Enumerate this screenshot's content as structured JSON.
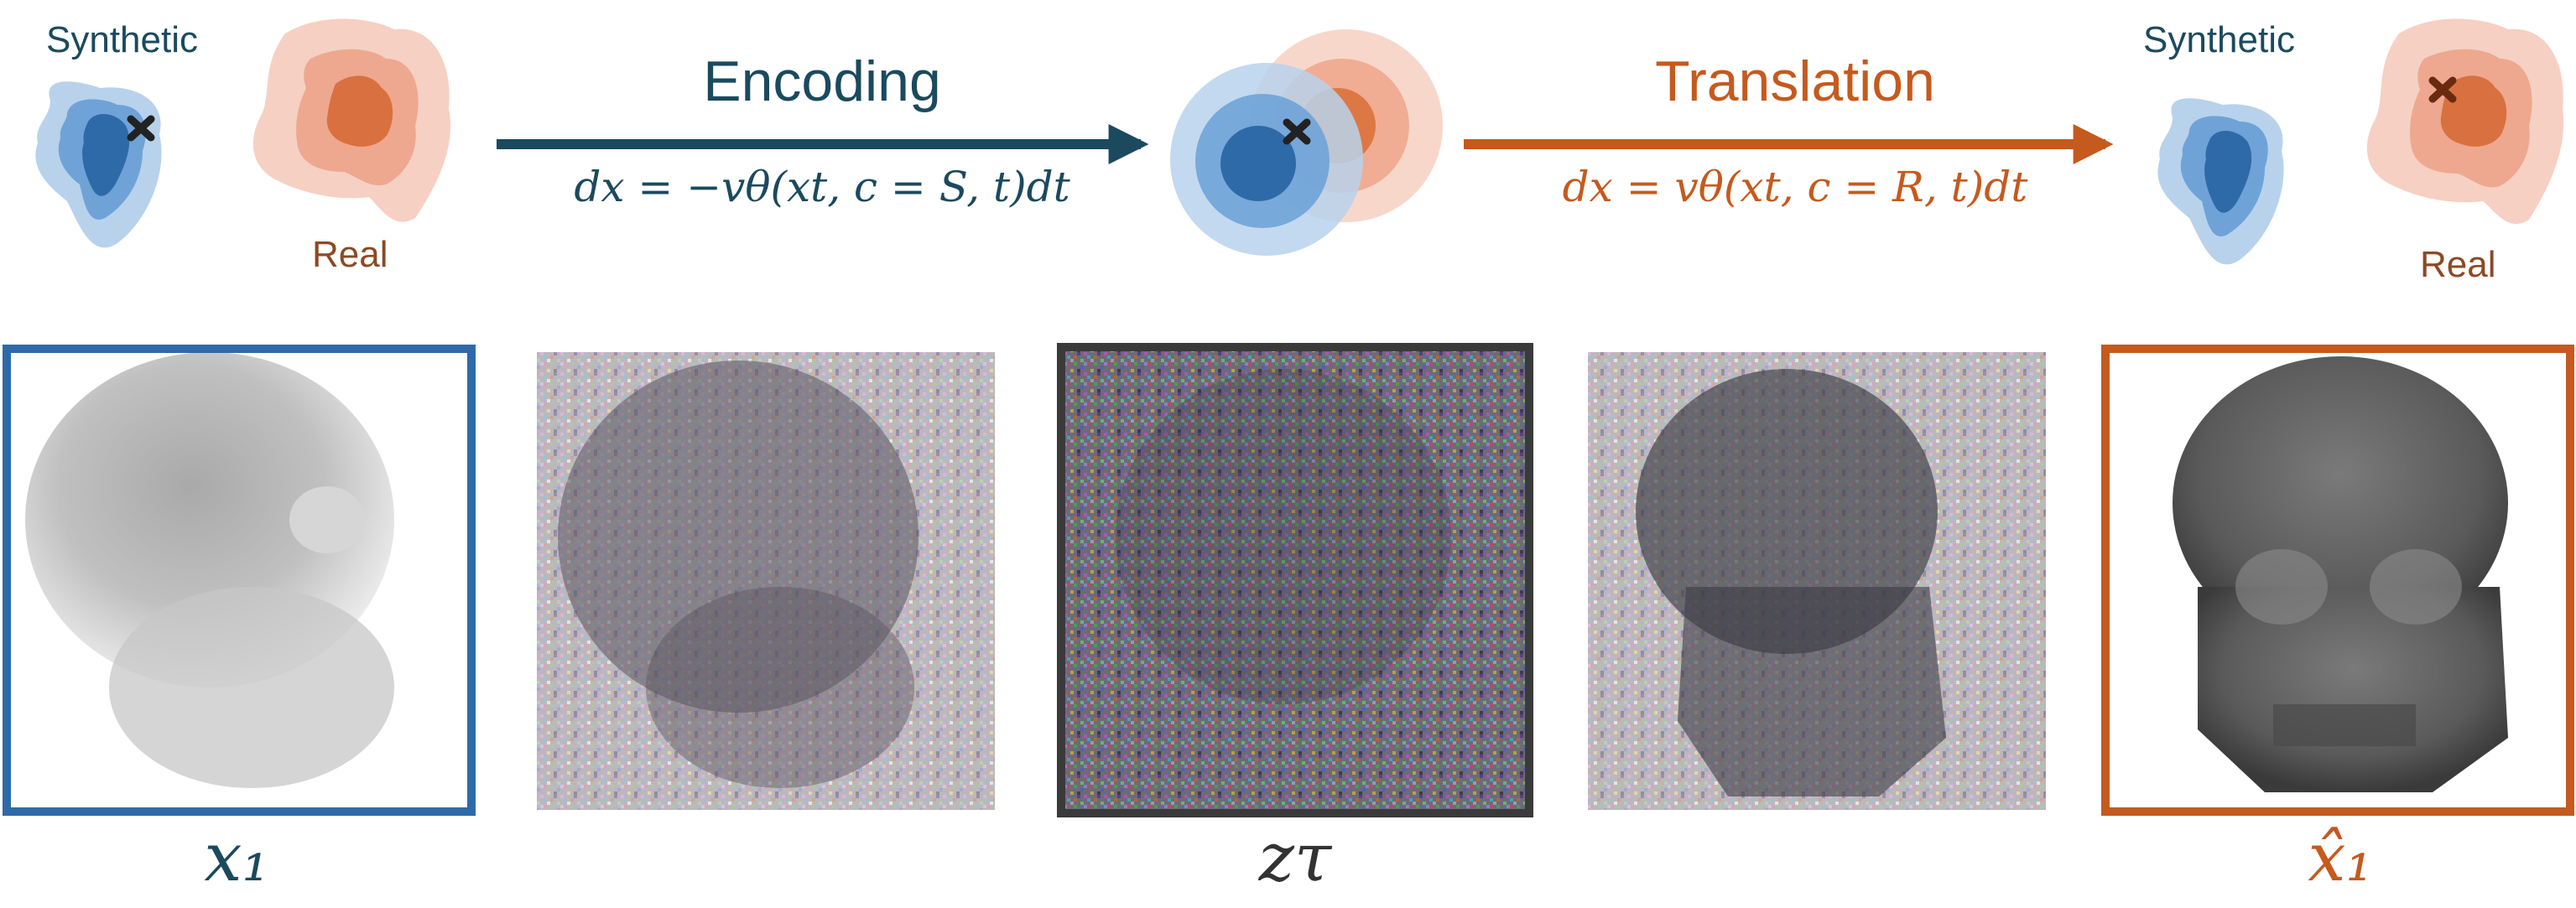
{
  "colors": {
    "synthetic_blue": "#2e6aa8",
    "encoding_navy": "#1b4a5e",
    "translation_orange": "#c55a1e",
    "real_brown": "#8b4a24",
    "noise_frame": "#3a3a3a"
  },
  "stages": {
    "left_distributions": {
      "synthetic_label": "Synthetic",
      "real_label": "Real",
      "marker_icon": "cross-icon"
    },
    "encoding": {
      "title": "Encoding",
      "equation": "dx = −vθ(xt, c = S, t)dt"
    },
    "middle_distributions": {
      "marker_icon": "cross-icon"
    },
    "translation": {
      "title": "Translation",
      "equation": "dx = vθ(xt, c = R, t)dt"
    },
    "right_distributions": {
      "synthetic_label": "Synthetic",
      "real_label": "Real",
      "marker_icon": "cross-icon"
    }
  },
  "panels": [
    {
      "id": "x1",
      "caption": "x₁",
      "caption_color": "#1b4a5e",
      "frame_color": "#2e6aa8",
      "kind": "synthetic-skull"
    },
    {
      "id": "encode-mid",
      "caption": "",
      "kind": "noisy-skull"
    },
    {
      "id": "ztau",
      "caption": "zτ",
      "caption_color": "#333333",
      "frame_color": "#3a3a3a",
      "kind": "pure-noise"
    },
    {
      "id": "translate-mid",
      "caption": "",
      "kind": "noisy-real-skull"
    },
    {
      "id": "x1hat",
      "caption": "x̂₁",
      "caption_color": "#c55a1e",
      "frame_color": "#c55a1e",
      "kind": "real-skull"
    }
  ]
}
